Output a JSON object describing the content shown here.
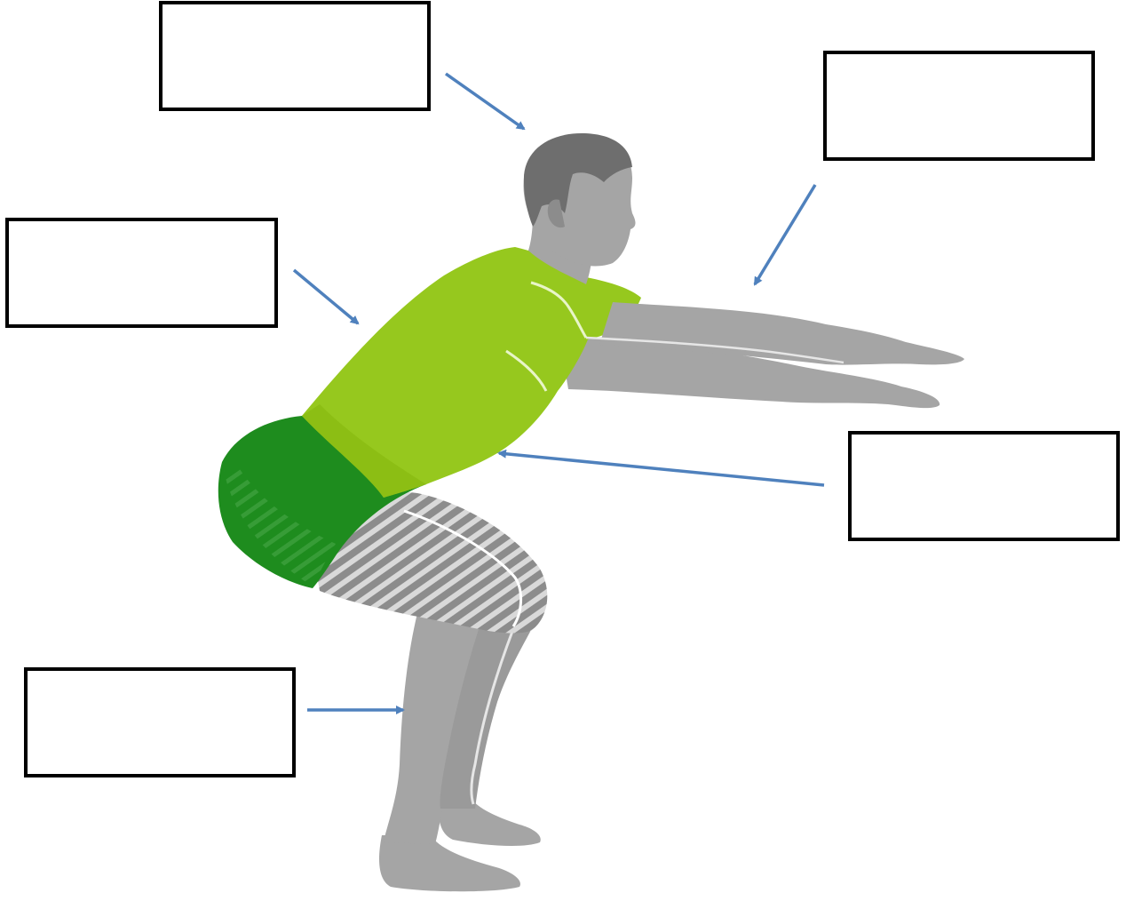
{
  "diagram": {
    "colors": {
      "skin": "#a5a5a5",
      "hair": "#6e6e6e",
      "shirt": "#96c81e",
      "shirt_dark": "#7db414",
      "shorts": "#1e8c1e",
      "shorts_light": "#41a541",
      "thigh_stripes_bg": "#8c8c8c",
      "thigh_stripes_line": "#e6e6e6",
      "arrow": "#4f81bd",
      "box_border": "#000000"
    },
    "label_boxes": [
      {
        "id": "head",
        "text": ""
      },
      {
        "id": "arms",
        "text": ""
      },
      {
        "id": "shoulders",
        "text": ""
      },
      {
        "id": "core",
        "text": ""
      },
      {
        "id": "calves",
        "text": ""
      }
    ]
  }
}
